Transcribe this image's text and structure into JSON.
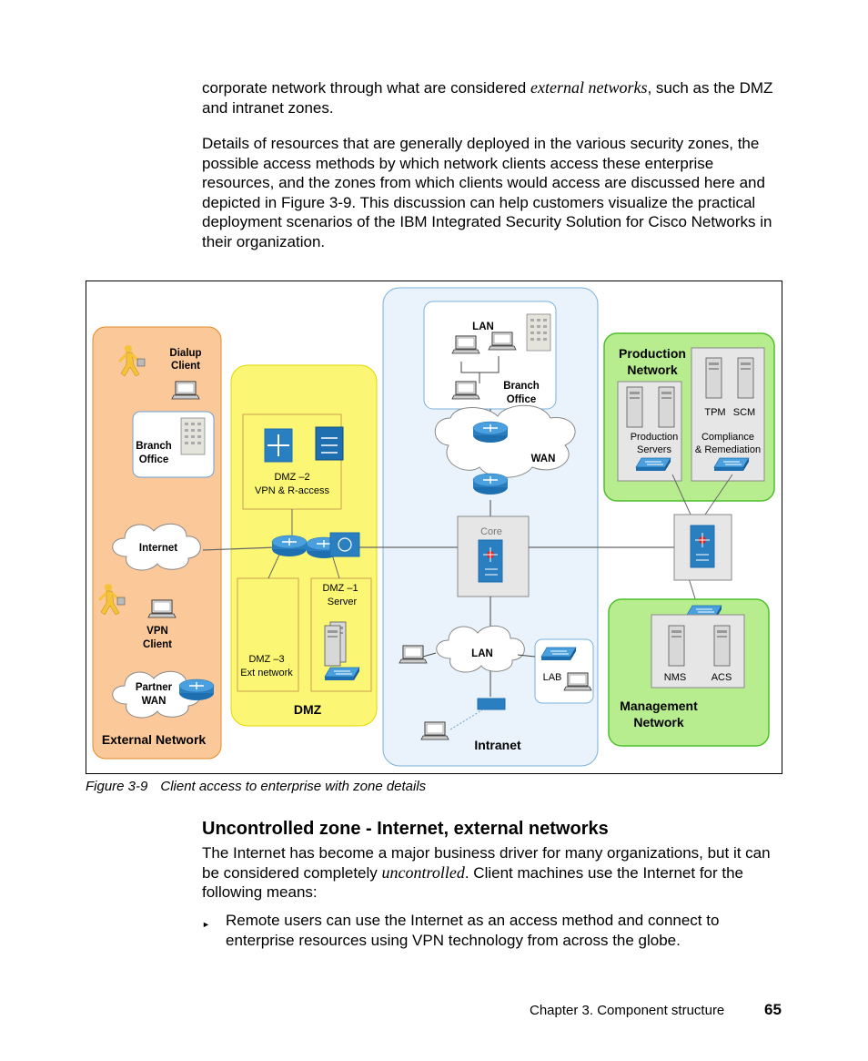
{
  "intro": {
    "p1_before": "corporate network through what are considered ",
    "p1_italic": "external networks",
    "p1_after": ", such as the DMZ and intranet zones.",
    "p2": "Details of resources that are generally deployed in the various security zones, the possible access methods by which network clients access these enterprise resources, and the zones from which clients would access are discussed here and depicted in Figure 3-9. This discussion can help customers visualize the practical deployment scenarios of the IBM Integrated Security Solution for Cisco Networks in their organization."
  },
  "figure": {
    "external": {
      "title": "External Network",
      "dialup_1": "Dialup",
      "dialup_2": "Client",
      "branch_1": "Branch",
      "branch_2": "Office",
      "internet": "Internet",
      "vpn_1": "VPN",
      "vpn_2": "Client",
      "partner_1": "Partner",
      "partner_2": "WAN"
    },
    "dmz": {
      "title": "DMZ",
      "dmz2_1": "DMZ –2",
      "dmz2_2": "VPN & R-access",
      "dmz3_1": "DMZ –3",
      "dmz3_2": "Ext network",
      "dmz1_1": "DMZ –1",
      "dmz1_2": "Server"
    },
    "intranet": {
      "title": "Intranet",
      "lan_top": "LAN",
      "branch_1": "Branch",
      "branch_2": "Office",
      "wan": "WAN",
      "core": "Core",
      "lan_bottom": "LAN",
      "lab": "LAB"
    },
    "production": {
      "title_1": "Production",
      "title_2": "Network",
      "servers_1": "Production",
      "servers_2": "Servers",
      "tpm": "TPM",
      "scm": "SCM",
      "compliance_1": "Compliance",
      "compliance_2": "& Remediation"
    },
    "management": {
      "title_1": "Management",
      "title_2": "Network",
      "nms": "NMS",
      "acs": "ACS"
    },
    "colors": {
      "external_fill": "#fbc999",
      "dmz_fill": "#fbf775",
      "intranet_fill": "#eaf3fb",
      "green_fill": "#b7ec8f",
      "device_blue": "#2a7fc1"
    }
  },
  "caption": {
    "label": "Figure 3-9",
    "text": "Client access to enterprise with zone details"
  },
  "section": {
    "heading": "Uncontrolled zone - Internet, external networks",
    "p_before": "The Internet has become a major business driver for many organizations, but it can be considered completely ",
    "p_italic": "uncontrolled",
    "p_after": ". Client machines use the Internet for the following means:",
    "bullet_mark": "►",
    "bullet": "Remote users can use the Internet as an access method and connect to enterprise resources using VPN technology from across the globe."
  },
  "footer": {
    "chapter": "Chapter 3. Component structure",
    "page": "65"
  }
}
